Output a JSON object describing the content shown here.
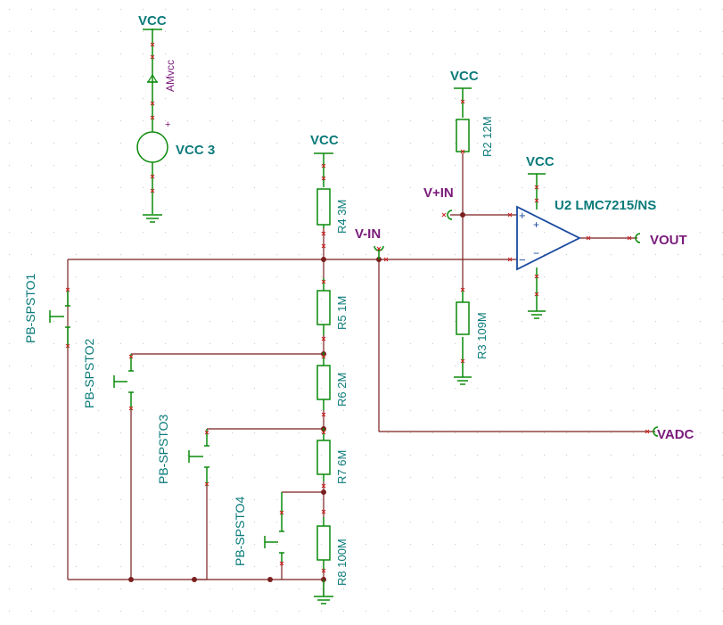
{
  "colors": {
    "wire": "#7a1f1f",
    "component": "#0a8a0a",
    "net_label": "#0b7a7a",
    "port_label": "#7a1a7a",
    "opamp": "#1a4aa0",
    "pin_cross": "#cc2222",
    "grid": "#c8c8c8"
  },
  "power": {
    "vcc_top": "VCC",
    "vcc_r4": "VCC",
    "vcc_r2": "VCC",
    "vcc_u2": "VCC"
  },
  "source": {
    "pin_name": "AMvcc",
    "name": "VCC 3",
    "plus": "+"
  },
  "resistors": {
    "r2": "R2 12M",
    "r3": "R3 109M",
    "r4": "R4 3M",
    "r5": "R5 1M",
    "r6": "R6 2M",
    "r7": "R7 6M",
    "r8": "R8 100M"
  },
  "switches": {
    "sw1": "PB-SPSTO1",
    "sw2": "PB-SPSTO2",
    "sw3": "PB-SPSTO3",
    "sw4": "PB-SPSTO4"
  },
  "opamp": {
    "name": "U2 LMC7215/NS",
    "plus_in": "+",
    "minus_in": "−",
    "supply_plus": "+",
    "supply_minus": "−"
  },
  "ports": {
    "vplus_in": "V+IN",
    "vminus_in": "V-IN",
    "vout": "VOUT",
    "vadc": "VADC"
  }
}
